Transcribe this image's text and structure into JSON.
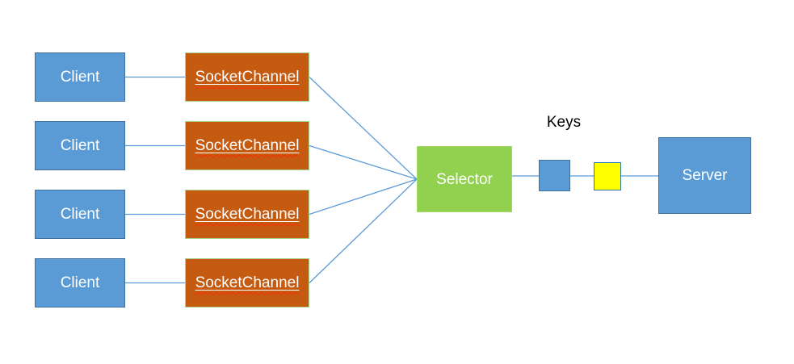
{
  "diagram": {
    "clients": [
      {
        "label": "Client"
      },
      {
        "label": "Client"
      },
      {
        "label": "Client"
      },
      {
        "label": "Client"
      }
    ],
    "channels": [
      {
        "label": "SocketChannel"
      },
      {
        "label": "SocketChannel"
      },
      {
        "label": "SocketChannel"
      },
      {
        "label": "SocketChannel"
      }
    ],
    "selector": {
      "label": "Selector"
    },
    "keys": {
      "label": "Keys"
    },
    "server": {
      "label": "Server"
    },
    "colors": {
      "client_fill": "#5B9BD5",
      "client_border": "#41719C",
      "channel_fill": "#C55A11",
      "channel_border": "#A9D18E",
      "selector_fill": "#92D050",
      "key_blue_fill": "#5B9BD5",
      "key_yellow_fill": "#FFFF00",
      "key_yellow_border": "#2E75B6",
      "server_fill": "#5B9BD5",
      "connector_line": "#5B9BD5",
      "box_text": "#FFFFFF",
      "keys_text": "#000000",
      "spellcheck_squiggle": "#FF2B06"
    }
  }
}
